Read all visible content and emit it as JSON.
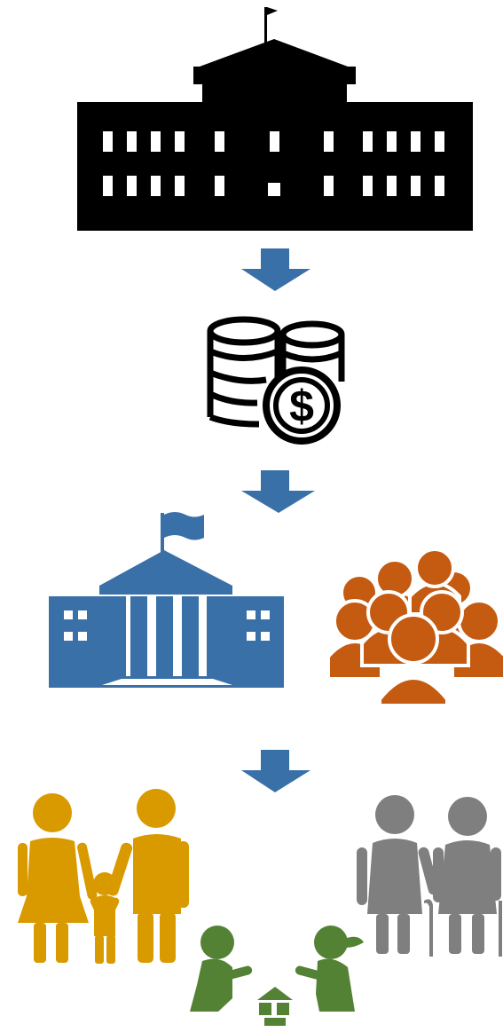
{
  "diagram": {
    "nodes": [
      {
        "id": "national-government",
        "icon": "capitol-building-icon",
        "color": "#000000"
      },
      {
        "id": "funding",
        "icon": "coin-stack-dollar-icon",
        "color": "#000000"
      },
      {
        "id": "local-government",
        "icon": "government-building-icon",
        "color": "#3a70a8"
      },
      {
        "id": "community",
        "icon": "crowd-icon",
        "color": "#c55a11"
      },
      {
        "id": "families",
        "icon": "family-icon",
        "color": "#d99a00"
      },
      {
        "id": "children",
        "icon": "children-playing-icon",
        "color": "#548235"
      },
      {
        "id": "elderly",
        "icon": "elderly-couple-icon",
        "color": "#7f7f7f"
      }
    ],
    "arrows": [
      {
        "from": "national-government",
        "to": "funding",
        "color": "#3a70a8"
      },
      {
        "from": "funding",
        "to": "local-government",
        "color": "#3a70a8"
      },
      {
        "from": "local-government",
        "to": "families",
        "color": "#3a70a8"
      }
    ]
  }
}
